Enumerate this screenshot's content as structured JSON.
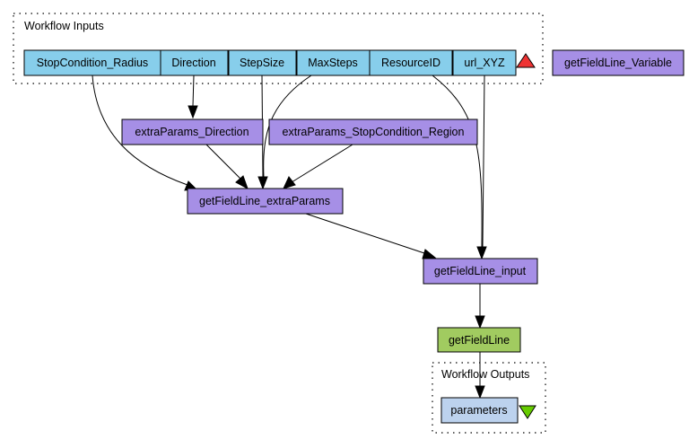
{
  "colors": {
    "input_fill": "#87ceeb",
    "process_fill": "#a68fe6",
    "service_fill": "#a1cb60",
    "output_fill": "#bcd2ee",
    "input_marker": "#ee3333",
    "output_marker": "#66cc00"
  },
  "clusters": {
    "inputs": {
      "label": "Workflow Inputs"
    },
    "outputs": {
      "label": "Workflow Outputs"
    }
  },
  "nodes": {
    "stopcondition_radius": {
      "label": "StopCondition_Radius"
    },
    "direction": {
      "label": "Direction"
    },
    "stepsize": {
      "label": "StepSize"
    },
    "maxsteps": {
      "label": "MaxSteps"
    },
    "resourceid": {
      "label": "ResourceID"
    },
    "url_xyz": {
      "label": "url_XYZ"
    },
    "getfieldline_variable": {
      "label": "getFieldLine_Variable"
    },
    "extraparams_direction": {
      "label": "extraParams_Direction"
    },
    "extraparams_stopcondition_region": {
      "label": "extraParams_StopCondition_Region"
    },
    "getfieldline_extraparams": {
      "label": "getFieldLine_extraParams"
    },
    "getfieldline_input": {
      "label": "getFieldLine_input"
    },
    "getfieldline": {
      "label": "getFieldLine"
    },
    "parameters": {
      "label": "parameters"
    }
  },
  "edges": [
    {
      "from": "StopCondition_Radius",
      "to": "getFieldLine_extraParams"
    },
    {
      "from": "Direction",
      "to": "extraParams_Direction"
    },
    {
      "from": "StepSize",
      "to": "getFieldLine_extraParams"
    },
    {
      "from": "MaxSteps",
      "to": "getFieldLine_extraParams"
    },
    {
      "from": "ResourceID",
      "to": "getFieldLine_input"
    },
    {
      "from": "url_XYZ",
      "to": "getFieldLine_input"
    },
    {
      "from": "extraParams_Direction",
      "to": "getFieldLine_extraParams"
    },
    {
      "from": "extraParams_StopCondition_Region",
      "to": "getFieldLine_extraParams"
    },
    {
      "from": "getFieldLine_extraParams",
      "to": "getFieldLine_input"
    },
    {
      "from": "getFieldLine_input",
      "to": "getFieldLine"
    },
    {
      "from": "getFieldLine",
      "to": "parameters"
    }
  ]
}
